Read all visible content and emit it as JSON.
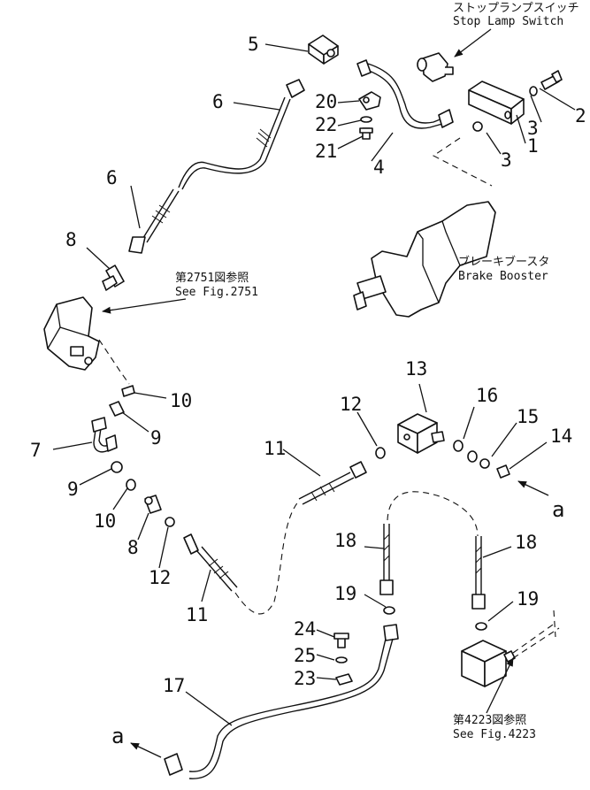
{
  "captions": {
    "stop_lamp_jp": "ストップランプスイッチ",
    "stop_lamp_en": "Stop Lamp Switch",
    "brake_booster_jp": "ブレーキブースタ",
    "brake_booster_en": "Brake Booster",
    "fig2751_jp": "第2751図参照",
    "fig2751_en": "See Fig.2751",
    "fig4223_jp": "第4223図参照",
    "fig4223_en": "See Fig.4223"
  },
  "callouts": {
    "n1": "1",
    "n2": "2",
    "n3a": "3",
    "n3b": "3",
    "n4": "4",
    "n5": "5",
    "n6a": "6",
    "n6b": "6",
    "n7": "7",
    "n8a": "8",
    "n8b": "8",
    "n9a": "9",
    "n9b": "9",
    "n10a": "10",
    "n10b": "10",
    "n11a": "11",
    "n11b": "11",
    "n12a": "12",
    "n12b": "12",
    "n13": "13",
    "n14": "14",
    "n15": "15",
    "n16": "16",
    "n17": "17",
    "n18a": "18",
    "n18b": "18",
    "n19a": "19",
    "n19b": "19",
    "n20": "20",
    "n21": "21",
    "n22": "22",
    "n23": "23",
    "n24": "24",
    "n25": "25"
  },
  "refs": {
    "a_right": "a",
    "a_left": "a"
  }
}
